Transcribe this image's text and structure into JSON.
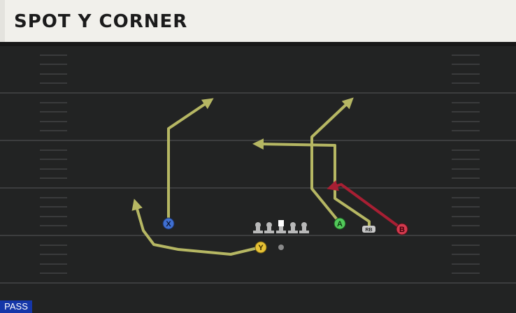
{
  "play": {
    "title": "SPOT Y CORNER",
    "type_label": "PASS"
  },
  "colors": {
    "field": "#222323",
    "yard_line": "#3c3d3e",
    "hash": "#3a3b3c",
    "route": "#b6b763",
    "route_red": "#a81f33",
    "receiver_x": "#3f6fd1",
    "receiver_y": "#e7c235",
    "receiver_a": "#52c95a",
    "receiver_b": "#d33a4e",
    "lineman": "#b9b9b9",
    "pass_badge": "#1536a8"
  },
  "players": {
    "x": {
      "label": "X"
    },
    "y": {
      "label": "Y"
    },
    "a": {
      "label": "A"
    },
    "b": {
      "label": "B"
    },
    "rb": {
      "label": "RB"
    }
  }
}
